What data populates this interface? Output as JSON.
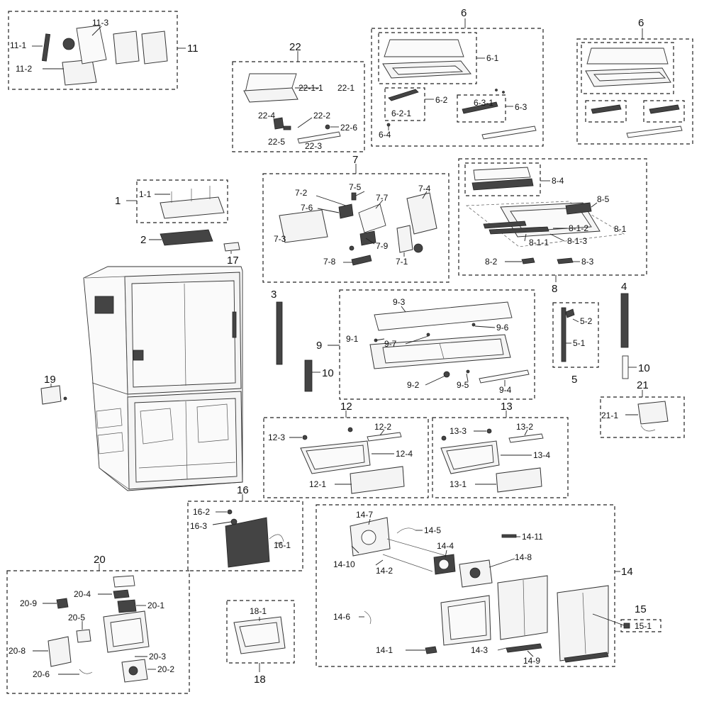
{
  "groups": {
    "g1": "1",
    "g2": "2",
    "g3": "3",
    "g4": "4",
    "g5": "5",
    "g6a": "6",
    "g6b": "6",
    "g7": "7",
    "g8": "8",
    "g9": "9",
    "g10a": "10",
    "g10b": "10",
    "g11": "11",
    "g12": "12",
    "g13": "13",
    "g14": "14",
    "g15": "15",
    "g16": "16",
    "g17": "17",
    "g18": "18",
    "g19": "19",
    "g20": "20",
    "g21": "21",
    "g22": "22"
  },
  "labels": {
    "l1_1": "1-1",
    "l11_1": "11-1",
    "l11_2": "11-2",
    "l11_3": "11-3",
    "l22_1": "22-1",
    "l22_1_1": "22-1-1",
    "l22_2": "22-2",
    "l22_3": "22-3",
    "l22_4": "22-4",
    "l22_5": "22-5",
    "l22_6": "22-6",
    "l6_1": "6-1",
    "l6_2": "6-2",
    "l6_2_1": "6-2-1",
    "l6_3": "6-3",
    "l6_3_1": "6-3-1",
    "l6_4": "6-4",
    "l7_1": "7-1",
    "l7_2": "7-2",
    "l7_3": "7-3",
    "l7_4": "7-4",
    "l7_5": "7-5",
    "l7_6": "7-6",
    "l7_7": "7-7",
    "l7_8": "7-8",
    "l7_9": "7-9",
    "l8_1": "8-1",
    "l8_1_1": "8-1-1",
    "l8_1_2": "8-1-2",
    "l8_1_3": "8-1-3",
    "l8_2": "8-2",
    "l8_3": "8-3",
    "l8_4": "8-4",
    "l8_5": "8-5",
    "l9_1": "9-1",
    "l9_2": "9-2",
    "l9_3": "9-3",
    "l9_4": "9-4",
    "l9_5": "9-5",
    "l9_6": "9-6",
    "l9_7": "9-7",
    "l5_1": "5-1",
    "l5_2": "5-2",
    "l21_1": "21-1",
    "l12_1": "12-1",
    "l12_2": "12-2",
    "l12_3": "12-3",
    "l12_4": "12-4",
    "l13_1": "13-1",
    "l13_2": "13-2",
    "l13_3": "13-3",
    "l13_4": "13-4",
    "l16_1": "16-1",
    "l16_2": "16-2",
    "l16_3": "16-3",
    "l14_1": "14-1",
    "l14_2": "14-2",
    "l14_3": "14-3",
    "l14_4": "14-4",
    "l14_5": "14-5",
    "l14_6": "14-6",
    "l14_7": "14-7",
    "l14_8": "14-8",
    "l14_9": "14-9",
    "l14_10": "14-10",
    "l14_11": "14-11",
    "l15_1": "15-1",
    "l18_1": "18-1",
    "l20_1": "20-1",
    "l20_2": "20-2",
    "l20_3": "20-3",
    "l20_4": "20-4",
    "l20_5": "20-5",
    "l20_6": "20-6",
    "l20_8": "20-8",
    "l20_9": "20-9"
  }
}
